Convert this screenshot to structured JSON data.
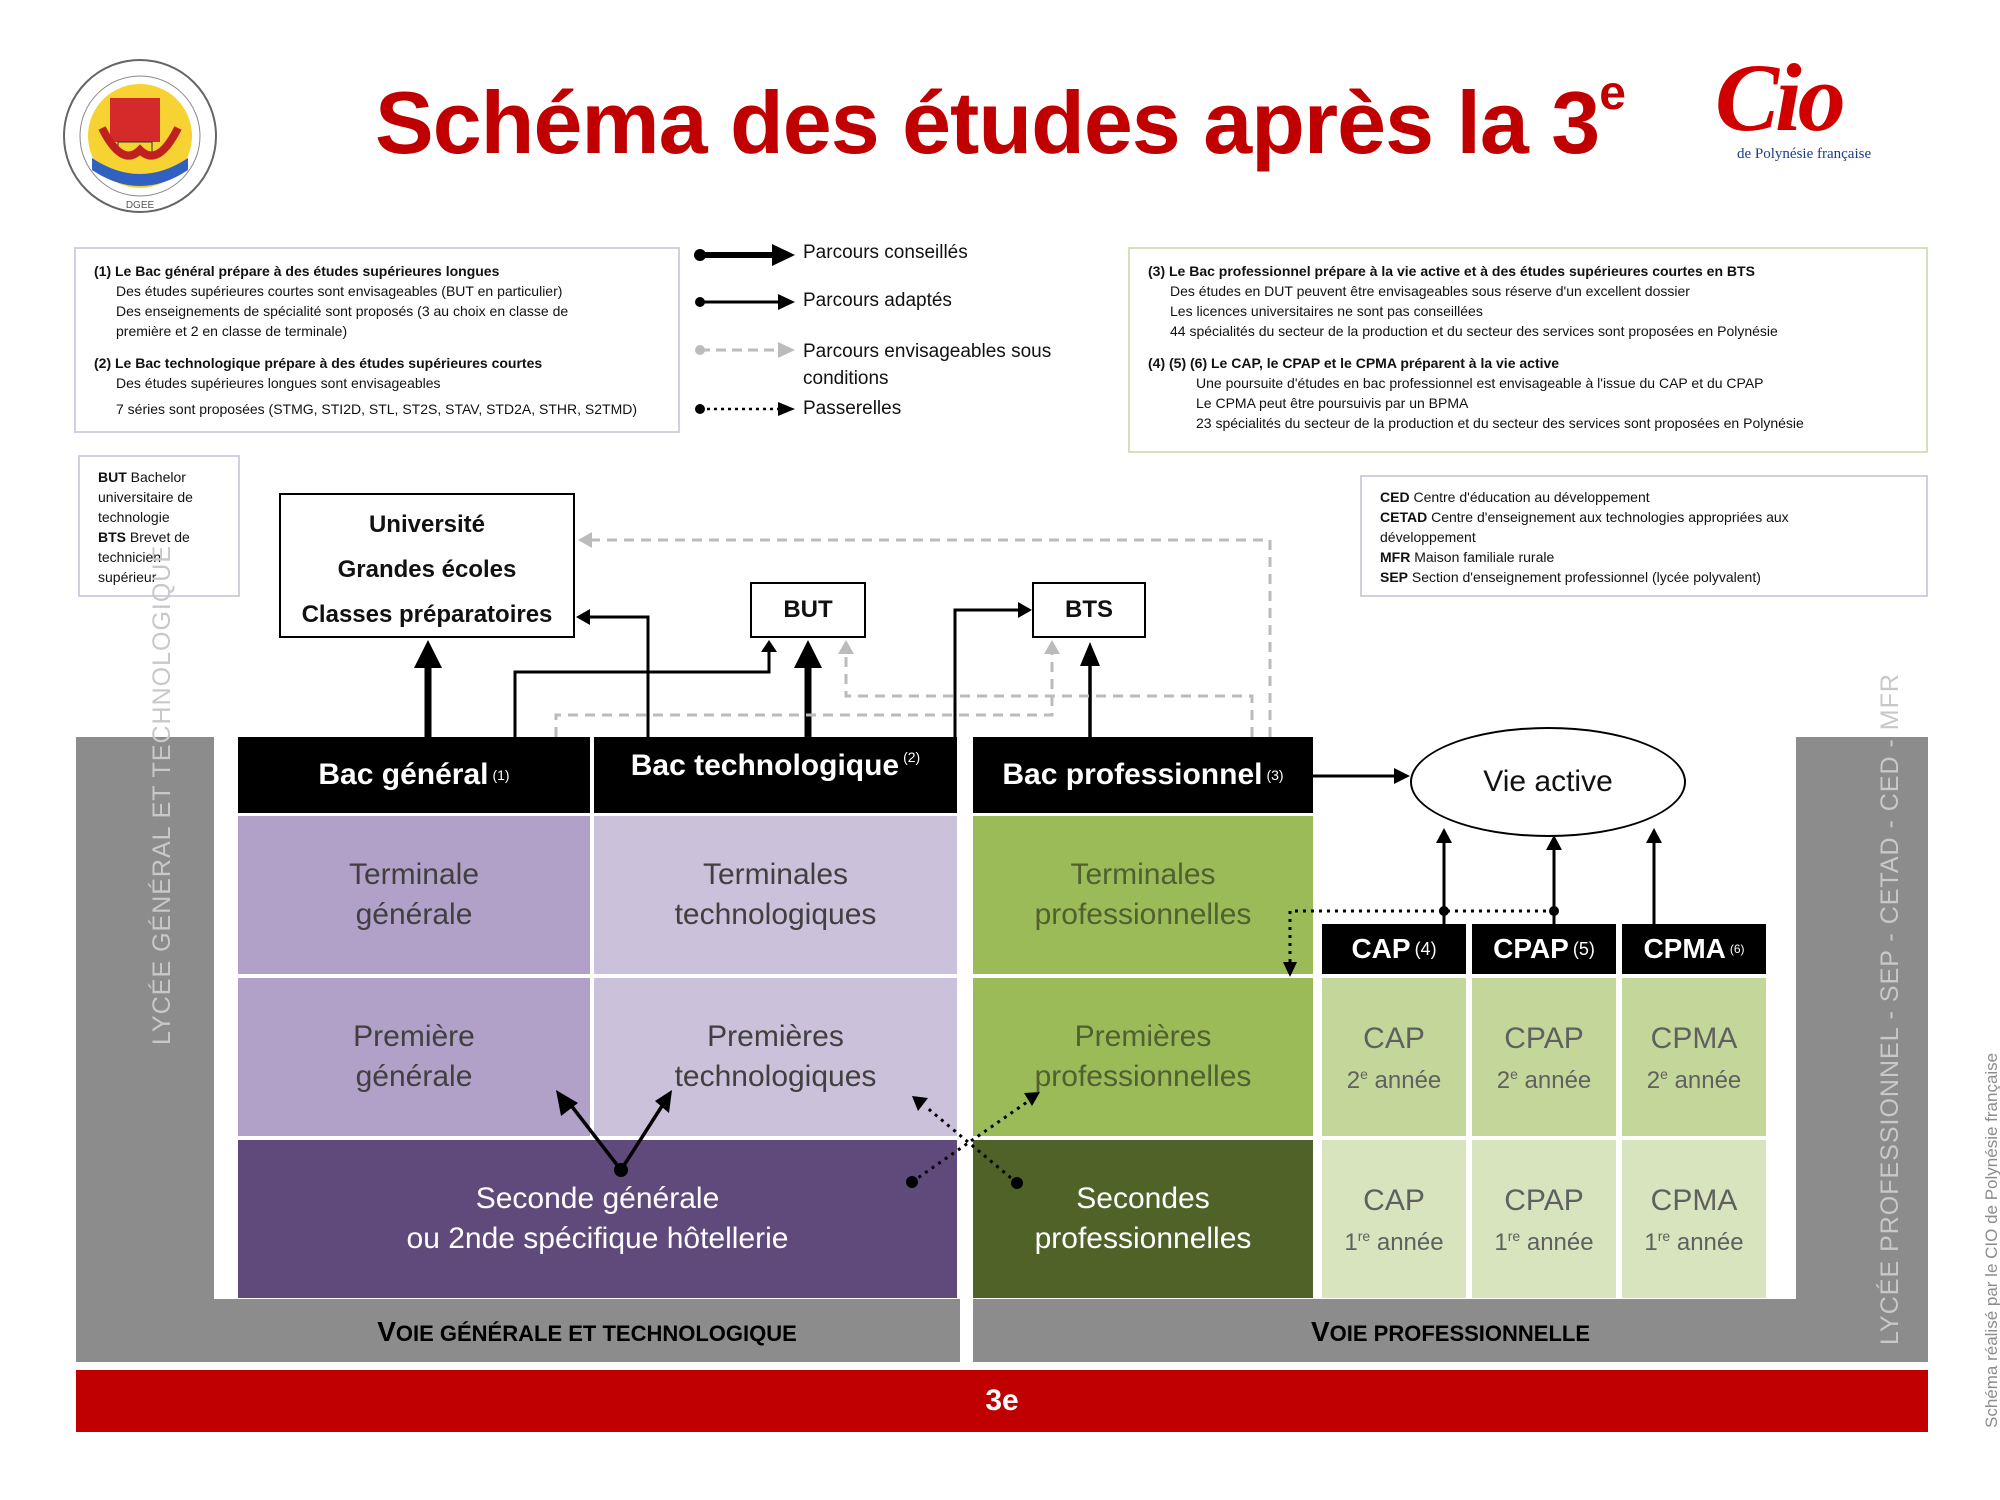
{
  "title": {
    "main": "Schéma des études après la 3",
    "sup": "e"
  },
  "logo_right": {
    "brand": "Cio",
    "subtitle": "de Polynésie française"
  },
  "logo_left": {
    "text": "DGEE"
  },
  "note1": {
    "h1": "(1) Le Bac général prépare à des études supérieures longues",
    "l1": "Des études supérieures courtes sont envisageables  (BUT en particulier)",
    "l2": "Des enseignements de spécialité sont proposés (3 au choix en classe de",
    "l3": "première et 2 en classe de terminale)",
    "h2": "(2) Le Bac technologique prépare à des études supérieures courtes",
    "l4": "Des études supérieures longues sont envisageables",
    "l5": "7 séries sont proposées (STMG, STI2D, STL, ST2S, STAV, STD2A, STHR, S2TMD)"
  },
  "legend": {
    "conseilles": "Parcours conseillés",
    "adaptes": "Parcours adaptés",
    "conditions1": "Parcours envisageables sous",
    "conditions2": "conditions",
    "passerelles": "Passerelles"
  },
  "note2": {
    "h1": "(3) Le Bac professionnel prépare à la vie active et à des études supérieures  courtes en BTS",
    "l1": "Des études en DUT peuvent être envisageables sous réserve d'un excellent dossier",
    "l2": "Les licences universitaires ne sont pas conseillées",
    "l3": "44 spécialités du secteur de la production et  du secteur des services sont proposées en Polynésie",
    "h2": "(4) (5) (6) Le CAP, le CPAP et le CPMA préparent à la vie active",
    "l4": "Une poursuite d'études en bac professionnel est envisageable à l'issue du CAP et du CPAP",
    "l5": "Le CPMA peut être poursuivis par un BPMA",
    "l6": "23 spécialités du secteur de la production et du secteur des services sont proposées en Polynésie"
  },
  "abbr1": {
    "but_k": "BUT",
    "but_v1": " Bachelor",
    "but_v2": "universitaire de",
    "but_v3": "technologie",
    "bts_k": "BTS",
    "bts_v1": " Brevet de",
    "bts_v2": "technicien",
    "bts_v3": "supérieur"
  },
  "abbr2": {
    "ced_k": "CED",
    "ced_v": " Centre d'éducation au développement",
    "cetad_k": "CETAD",
    "cetad_v1": "  Centre d'enseignement aux technologies appropriées aux",
    "cetad_v2": "développement",
    "mfr_k": "MFR",
    "mfr_v": "  Maison familiale rurale",
    "sep_k": "SEP",
    "sep_v": " Section d'enseignement professionnel (lycée polyvalent)"
  },
  "univ": {
    "l1": "Université",
    "l2": "Grandes écoles",
    "l3": "Classes préparatoires"
  },
  "but_box": "BUT",
  "bts_box": "BTS",
  "vie_active": "Vie active",
  "headers": {
    "bac_gen": "Bac général",
    "bac_gen_n": "(1)",
    "bac_tech": "Bac technologique",
    "bac_tech_n": "(2)",
    "bac_pro": "Bac professionnel",
    "bac_pro_n": "(3)",
    "cap": "CAP",
    "cap_n": "(4)",
    "cpap": "CPAP",
    "cpap_n": "(5)",
    "cpma": "CPMA",
    "cpma_n": "(6)"
  },
  "cells": {
    "term_gen": [
      "Terminale",
      "générale"
    ],
    "term_tech": [
      "Terminales",
      "technologiques"
    ],
    "term_pro": [
      "Terminales",
      "professionnelles"
    ],
    "prem_gen": [
      "Première",
      "générale"
    ],
    "prem_tech": [
      "Premières",
      "technologiques"
    ],
    "prem_pro": [
      "Premières",
      "professionnelles"
    ],
    "sec_gen": [
      "Seconde générale",
      "ou 2nde spécifique hôtellerie"
    ],
    "sec_pro": [
      "Secondes",
      "professionnelles"
    ],
    "cap2": "CAP",
    "cpap2": "CPAP",
    "cpma2": "CPMA",
    "cap1": "CAP",
    "cpap1": "CPAP",
    "cpma1": "CPMA",
    "annee2": "année",
    "annee2_sup": "e",
    "annee2_num": "2",
    "annee1": "année",
    "annee1_sup": "re",
    "annee1_num": "1"
  },
  "voie_gt": {
    "first": "V",
    "rest": "OIE GÉNÉRALE ET TECHNOLOGIQUE"
  },
  "voie_pro": {
    "first": "V",
    "rest": "OIE PROFESSIONNELLE"
  },
  "bottom_bar": "3e",
  "side_left": "LYCÉE GÉNÉRAL ET TECHNOLOGIQUE",
  "side_right": "LYCÉE PROFESSIONNEL  -  SEP  -  CETAD  -  CED  -  MFR",
  "credit": "Schéma réalisé par le CIO de Polynésie française",
  "colors": {
    "red": "#c00000",
    "gen": "#b1a0c7",
    "tech": "#ccc1da",
    "sec_gen": "#604a7b",
    "pro": "#9bbb59",
    "sec_pro": "#4f6228",
    "cap": "#c4d79b",
    "grey": "#8c8c8c"
  }
}
